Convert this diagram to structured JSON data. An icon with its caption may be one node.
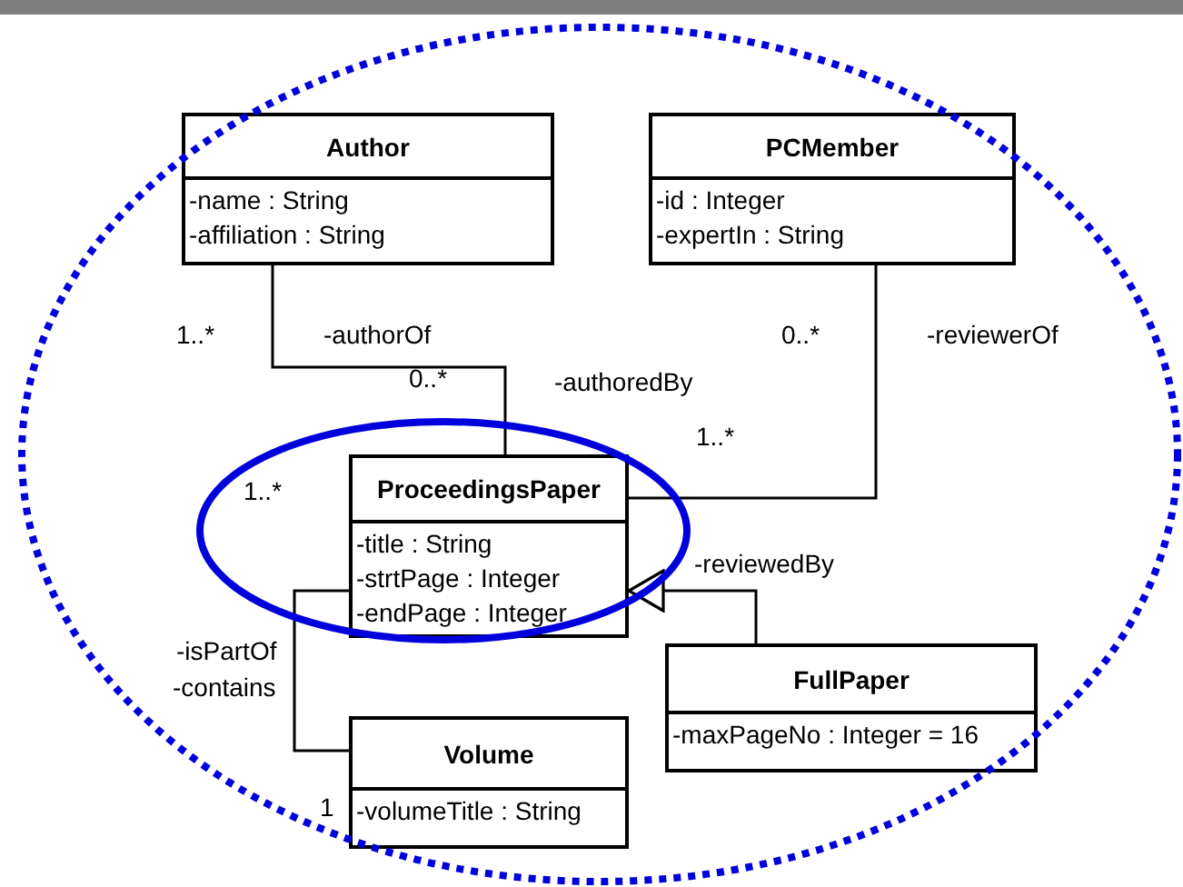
{
  "diagram": {
    "nodes": [
      {
        "text": [
          "Author",
          "-name : String",
          "-affiliation : String"
        ]
      },
      {
        "text": [
          "PCMember",
          "-id : Integer",
          "-expertIn : String"
        ]
      },
      {
        "text": [
          "ProceedingsPaper",
          "-title : String",
          "-strtPage : Integer",
          "-endPage : Integer"
        ]
      },
      {
        "text": [
          "FullPaper",
          "-maxPageNo : Integer = 16"
        ]
      },
      {
        "text": [
          "Volume",
          "-volumeTitle : String"
        ]
      }
    ],
    "edges": [
      {
        "from": 0,
        "to": 2,
        "arrow": "none"
      },
      {
        "from": 1,
        "to": 2,
        "arrow": "none"
      },
      {
        "from": 2,
        "to": 4,
        "arrow": "none"
      },
      {
        "from": 3,
        "to": 2,
        "arrow": "to"
      }
    ],
    "labels": [
      "1..*",
      "-authorOf",
      "0..*",
      "0..*",
      "-reviewerOf",
      "-authoredBy",
      "1..*",
      "1..*",
      "-reviewedBy",
      "-isPartOf",
      "-contains",
      "1"
    ]
  }
}
